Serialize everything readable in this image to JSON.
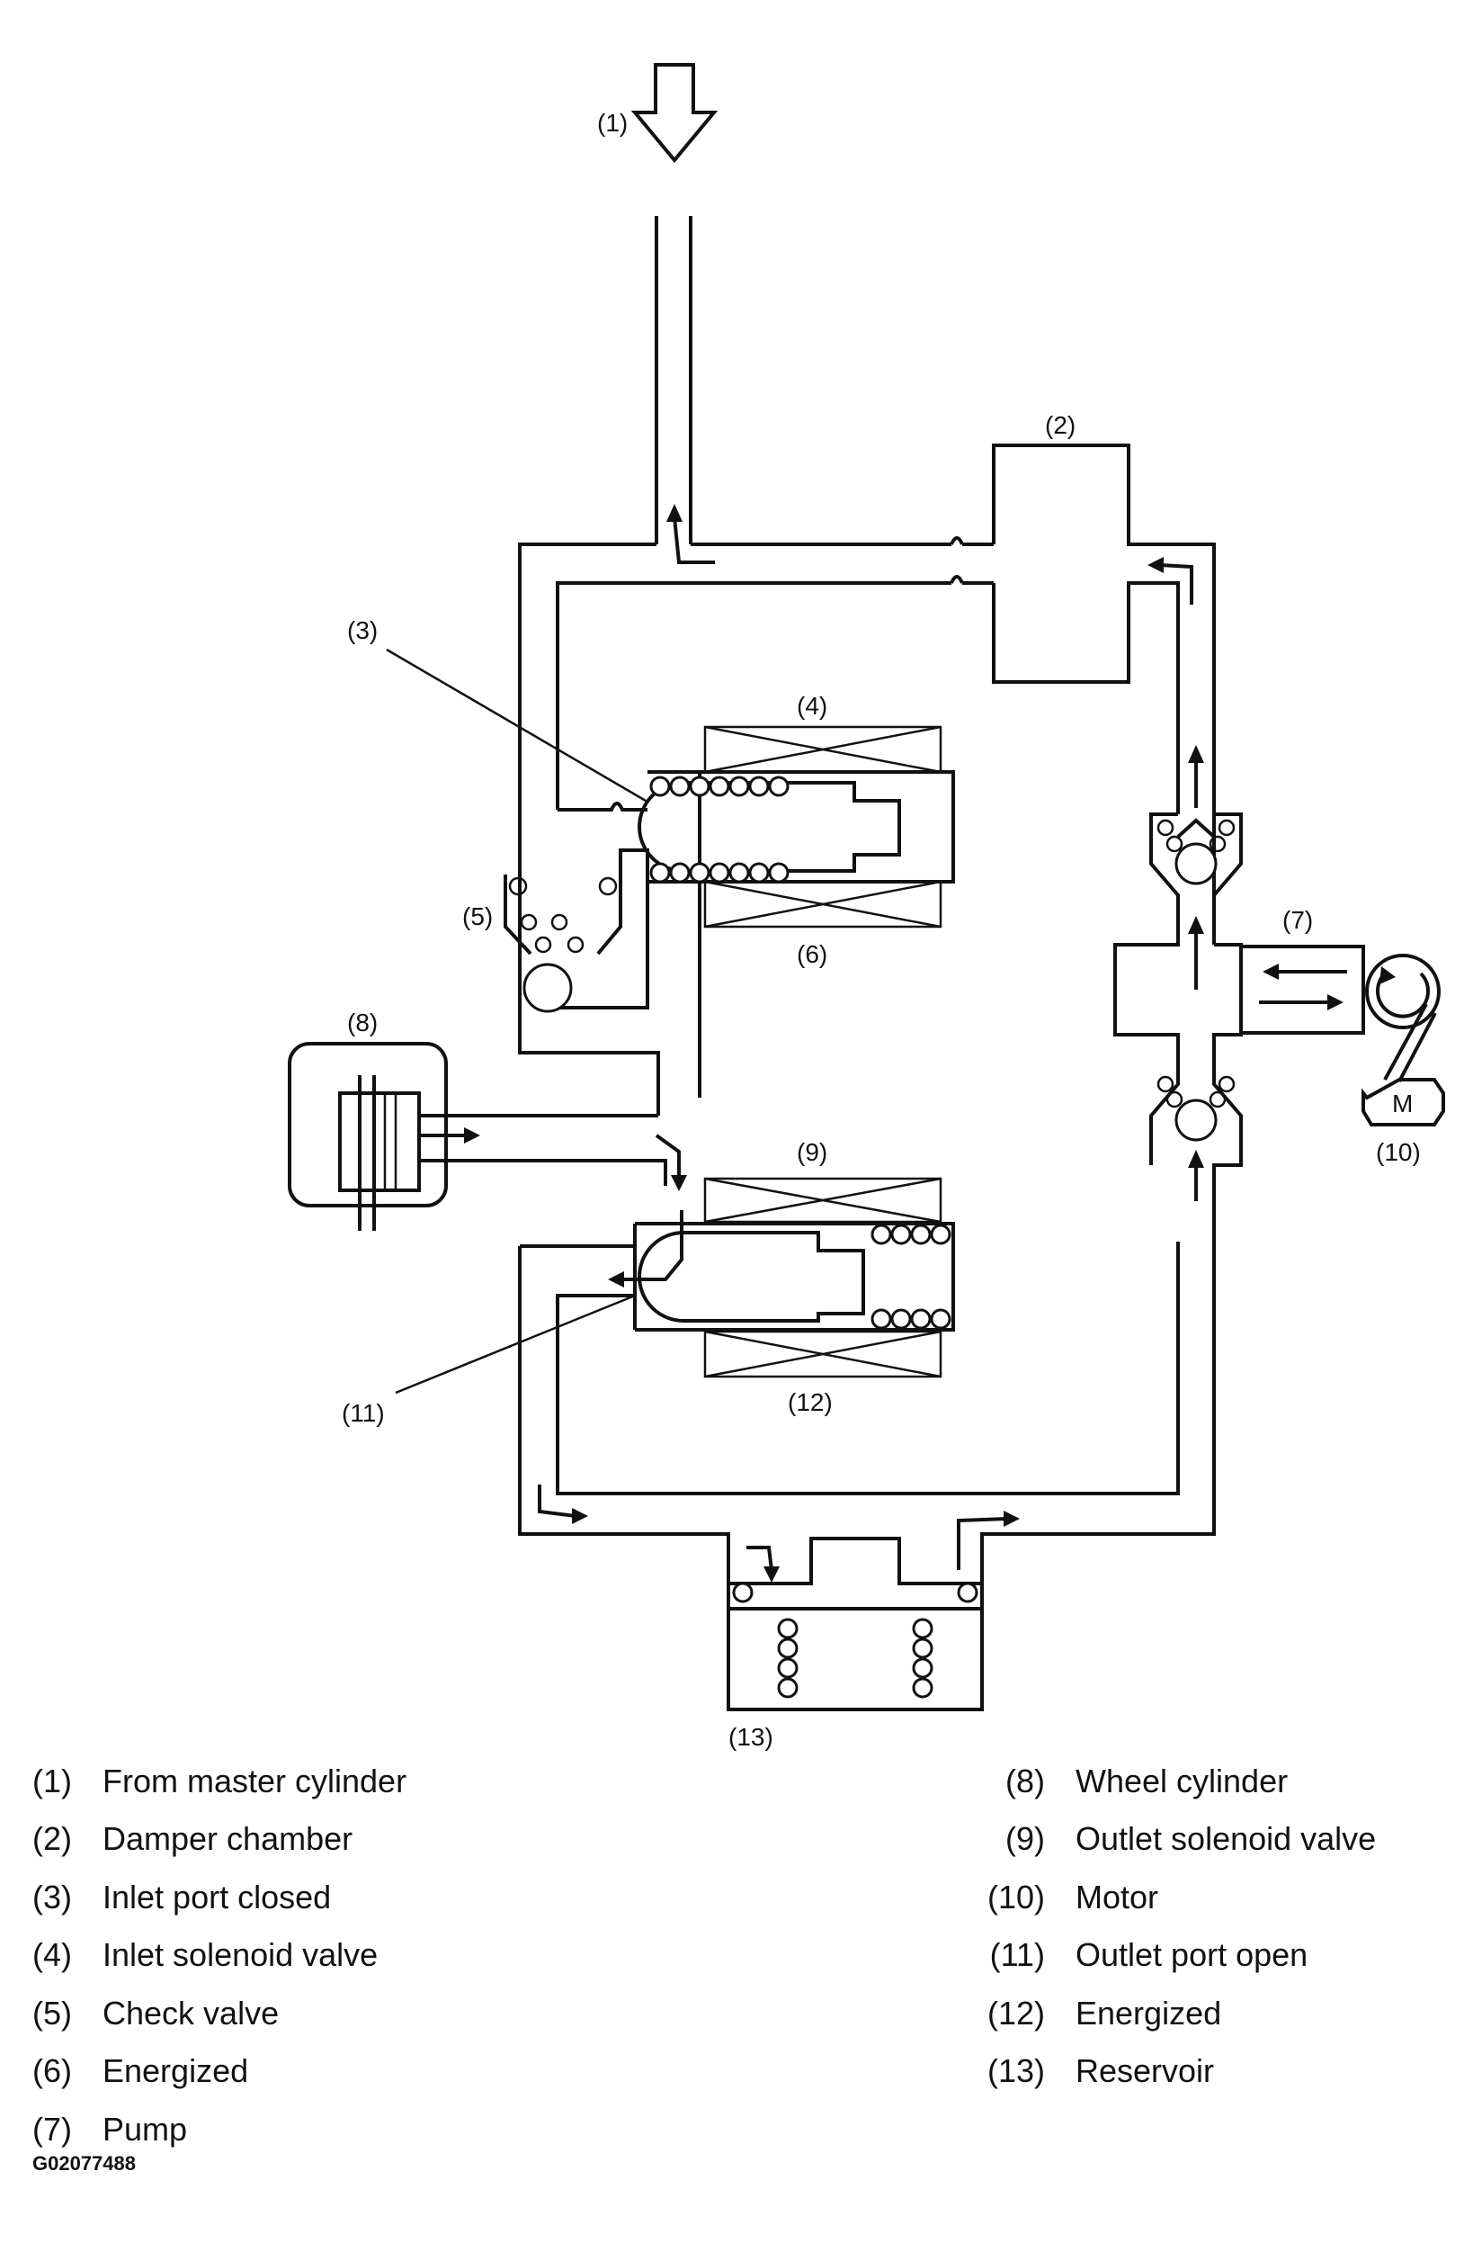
{
  "diagram_labels": {
    "l1": "(1)",
    "l2": "(2)",
    "l3": "(3)",
    "l4": "(4)",
    "l5": "(5)",
    "l6": "(6)",
    "l7": "(7)",
    "l8": "(8)",
    "l9": "(9)",
    "l10": "(10)",
    "l11": "(11)",
    "l12": "(12)",
    "l13": "(13)",
    "motor": "M"
  },
  "legend_left": [
    {
      "num": "(1)",
      "text": "From master cylinder"
    },
    {
      "num": "(2)",
      "text": "Damper chamber"
    },
    {
      "num": "(3)",
      "text": "Inlet port closed"
    },
    {
      "num": "(4)",
      "text": "Inlet solenoid valve"
    },
    {
      "num": "(5)",
      "text": "Check valve"
    },
    {
      "num": "(6)",
      "text": "Energized"
    },
    {
      "num": "(7)",
      "text": "Pump"
    }
  ],
  "legend_right": [
    {
      "num": "(8)",
      "text": "Wheel cylinder"
    },
    {
      "num": "(9)",
      "text": "Outlet solenoid valve"
    },
    {
      "num": "(10)",
      "text": "Motor"
    },
    {
      "num": "(11)",
      "text": "Outlet port open"
    },
    {
      "num": "(12)",
      "text": "Energized"
    },
    {
      "num": "(13)",
      "text": "Reservoir"
    }
  ],
  "figure_code": "G02077488"
}
